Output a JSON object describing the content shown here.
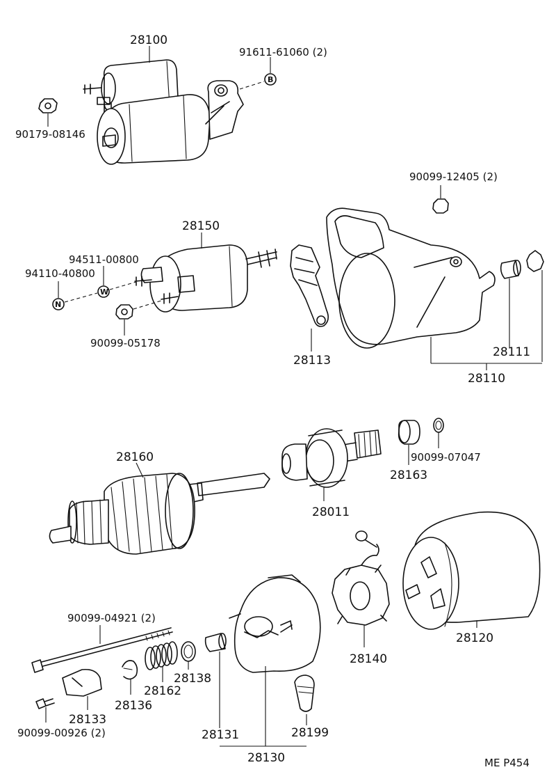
{
  "parts": {
    "p28100": "28100",
    "p91611": "91611-61060 (2)",
    "p90179": "90179-08146",
    "p90099_12405": "90099-12405 (2)",
    "p28150": "28150",
    "p94511": "94511-00800",
    "p94110": "94110-40800",
    "p90099_05178": "90099-05178",
    "p28113": "28113",
    "p28111": "28111",
    "p28110": "28110",
    "p28160": "28160",
    "p28011": "28011",
    "p28163": "28163",
    "p90099_07047": "90099-07047",
    "p90099_04921": "90099-04921 (2)",
    "p28133": "28133",
    "p28136": "28136",
    "p28162": "28162",
    "p28138": "28138",
    "p28131": "28131",
    "p28130": "28130",
    "p28199": "28199",
    "p28140": "28140",
    "p28120": "28120",
    "p90099_00926": "90099-00926 (2)"
  },
  "markers": {
    "b": "B",
    "w": "W",
    "n": "N"
  },
  "footer": {
    "code": "ME  P454"
  }
}
